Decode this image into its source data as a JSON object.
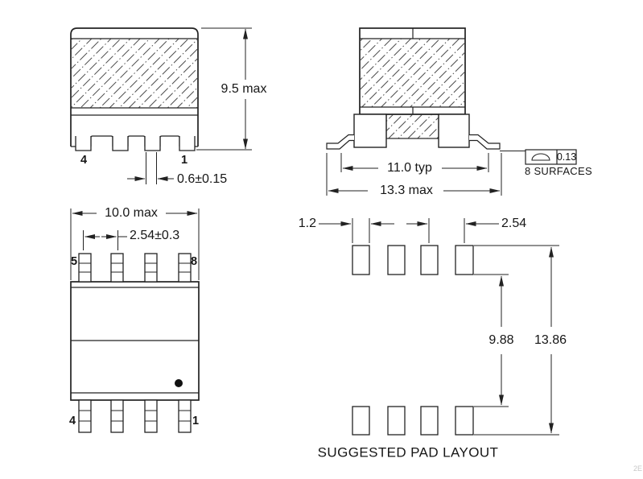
{
  "caption": "SUGGESTED PAD LAYOUT",
  "front": {
    "height": "9.5 max",
    "lead_width": "0.6±0.15",
    "pin_left": "4",
    "pin_right": "1"
  },
  "side": {
    "span": "11.0 typ",
    "overall": "13.3 max",
    "tol": "0.13",
    "surfaces": "8 SURFACES"
  },
  "top": {
    "width": "10.0 max",
    "pitch": "2.54±0.3",
    "p5": "5",
    "p8": "8",
    "p4": "4",
    "p1": "1"
  },
  "pad": {
    "width": "1.2",
    "pitch": "2.54",
    "inner": "9.88",
    "outer": "13.86"
  },
  "watermark": "2E",
  "colors": {
    "line": "#222222",
    "hatch": "#4a4a4a",
    "background": "#ffffff"
  }
}
